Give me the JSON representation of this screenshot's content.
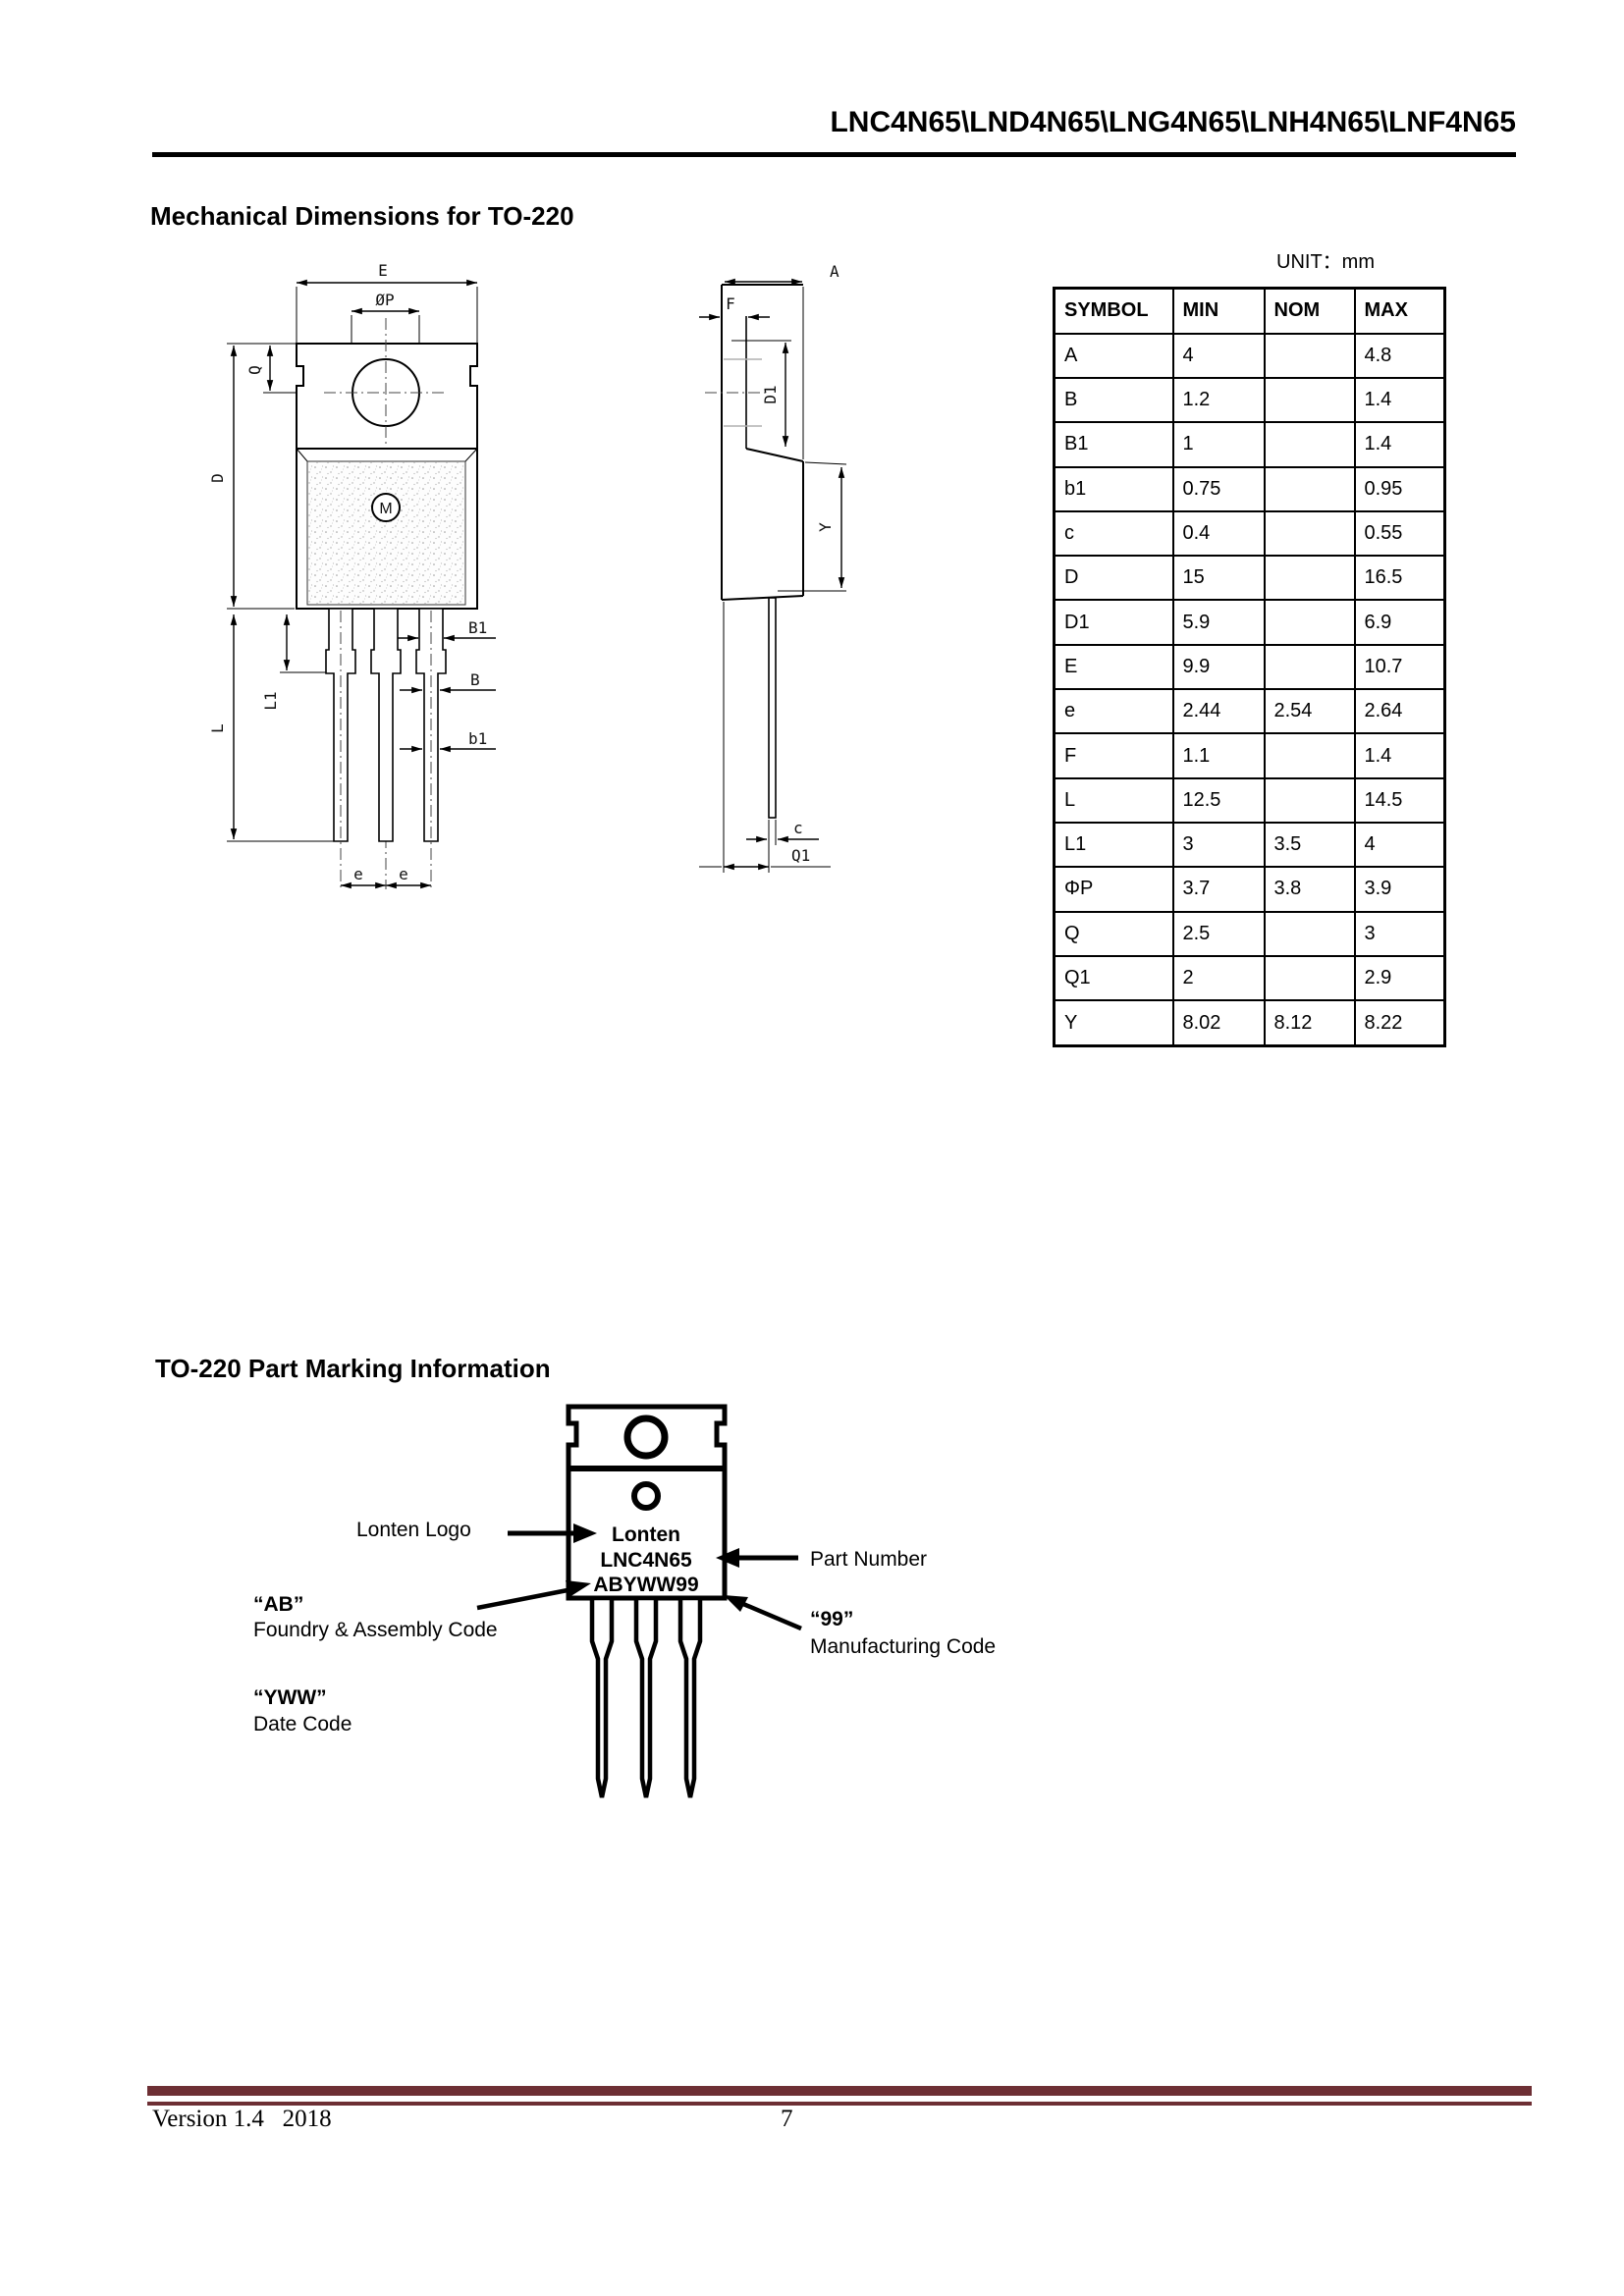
{
  "header": {
    "title": "LNC4N65\\LND4N65\\LNG4N65\\LNH4N65\\LNF4N65"
  },
  "sections": {
    "mech_heading": "Mechanical Dimensions for TO-220",
    "marking_heading": "TO-220 Part Marking Information",
    "unit_label": "UNIT：mm"
  },
  "dimension_table": {
    "columns": [
      "SYMBOL",
      "MIN",
      "NOM",
      "MAX"
    ],
    "rows": [
      [
        "A",
        "4",
        "",
        "4.8"
      ],
      [
        "B",
        "1.2",
        "",
        "1.4"
      ],
      [
        "B1",
        "1",
        "",
        "1.4"
      ],
      [
        "b1",
        "0.75",
        "",
        "0.95"
      ],
      [
        "c",
        "0.4",
        "",
        "0.55"
      ],
      [
        "D",
        "15",
        "",
        "16.5"
      ],
      [
        "D1",
        "5.9",
        "",
        "6.9"
      ],
      [
        "E",
        "9.9",
        "",
        "10.7"
      ],
      [
        "e",
        "2.44",
        "2.54",
        "2.64"
      ],
      [
        "F",
        "1.1",
        "",
        "1.4"
      ],
      [
        "L",
        "12.5",
        "",
        "14.5"
      ],
      [
        "L1",
        "3",
        "3.5",
        "4"
      ],
      [
        "ΦP",
        "3.7",
        "3.8",
        "3.9"
      ],
      [
        "Q",
        "2.5",
        "",
        "3"
      ],
      [
        "Q1",
        "2",
        "",
        "2.9"
      ],
      [
        "Y",
        "8.02",
        "8.12",
        "8.22"
      ]
    ]
  },
  "front_view": {
    "labels": {
      "E": "E",
      "P": "ØP",
      "Q": "Q",
      "D": "D",
      "L": "L",
      "L1": "L1",
      "B1": "B1",
      "B": "B",
      "b1": "b1",
      "e_left": "e",
      "e_right": "e",
      "logo": "M"
    }
  },
  "side_view": {
    "labels": {
      "A": "A",
      "F": "F",
      "D1": "D1",
      "Y": "Y",
      "c": "c",
      "Q1": "Q1"
    }
  },
  "marking": {
    "package": {
      "line1": "Lonten",
      "line2": "LNC4N65",
      "line3": "ABYWW99"
    },
    "labels": {
      "logo": "Lonten Logo",
      "part_number": "Part Number",
      "ab_code": "“AB”",
      "ab_desc": "Foundry & Assembly Code",
      "mfg_code": "“99”",
      "mfg_desc": "Manufacturing Code",
      "date_code": "“YWW”",
      "date_desc": "Date Code"
    }
  },
  "footer": {
    "version": "Version 1.4   2018",
    "page": "7"
  },
  "colors": {
    "accent_line": "#6d2f34"
  }
}
